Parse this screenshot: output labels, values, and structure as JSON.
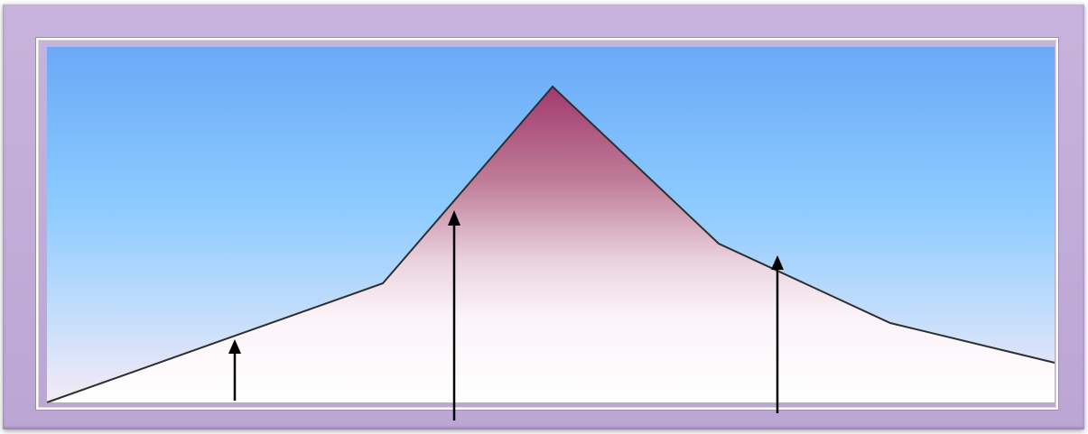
{
  "diagram": {
    "colors": {
      "frame": "#c3aeda",
      "sky_top": "#6aaaf8",
      "sky_mid": "#8ccaff",
      "sky_bottom": "#f5eaf4",
      "mountain_top": "#a23c70",
      "mountain_bottom": "#ffffff",
      "outline": "#2f2f2f",
      "arrow": "#000000"
    },
    "arrows": [
      {
        "name": "left"
      },
      {
        "name": "center"
      },
      {
        "name": "right"
      }
    ]
  }
}
